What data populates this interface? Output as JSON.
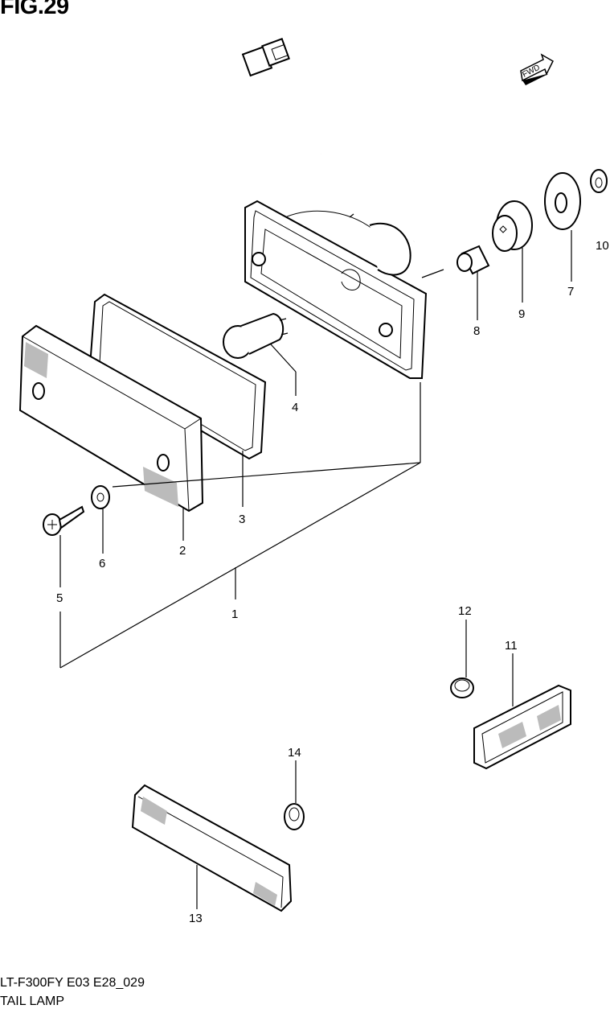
{
  "figure": {
    "title": "FIG.29",
    "fwd_label": "FWD",
    "model_code": "LT-F300FY E03 E28_029",
    "part_title": "TAIL LAMP"
  },
  "callouts": [
    {
      "id": "1",
      "part": "tail lamp assembly"
    },
    {
      "id": "2",
      "part": "lens"
    },
    {
      "id": "3",
      "part": "gasket"
    },
    {
      "id": "4",
      "part": "bulb"
    },
    {
      "id": "5",
      "part": "screw"
    },
    {
      "id": "6",
      "part": "washer"
    },
    {
      "id": "7",
      "part": "washer"
    },
    {
      "id": "8",
      "part": "spacer"
    },
    {
      "id": "9",
      "part": "cushion"
    },
    {
      "id": "10",
      "part": "nut"
    },
    {
      "id": "11",
      "part": "reflector"
    },
    {
      "id": "12",
      "part": "nut"
    },
    {
      "id": "13",
      "part": "reflector"
    },
    {
      "id": "14",
      "part": "nut"
    }
  ]
}
